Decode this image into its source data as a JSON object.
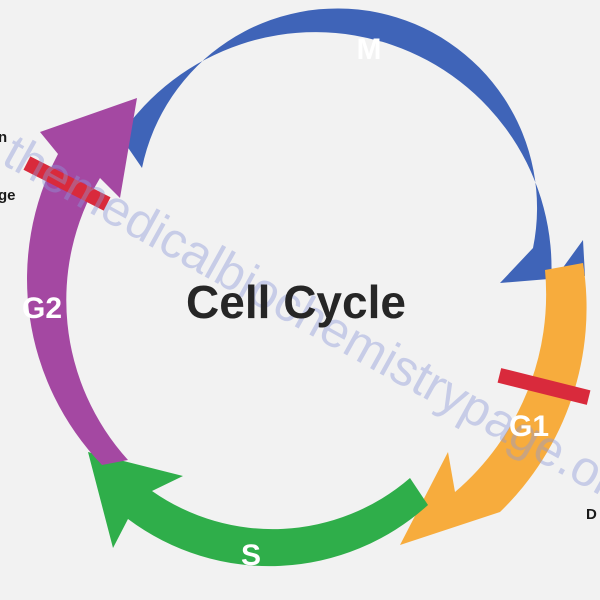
{
  "diagram": {
    "title": "Cell Cycle",
    "phases": [
      {
        "name": "M",
        "color": "#3f64b8"
      },
      {
        "name": "G1",
        "color": "#f7ac3d"
      },
      {
        "name": "S",
        "color": "#2fae4a"
      },
      {
        "name": "G2",
        "color": "#a448a2"
      }
    ],
    "checkpoint_color": "#d92a3c",
    "edge_fragments": {
      "left_top": "n",
      "left_bottom": "ge",
      "right_bottom": "D"
    },
    "watermark": "themedicalbiochemistrypage.org"
  }
}
